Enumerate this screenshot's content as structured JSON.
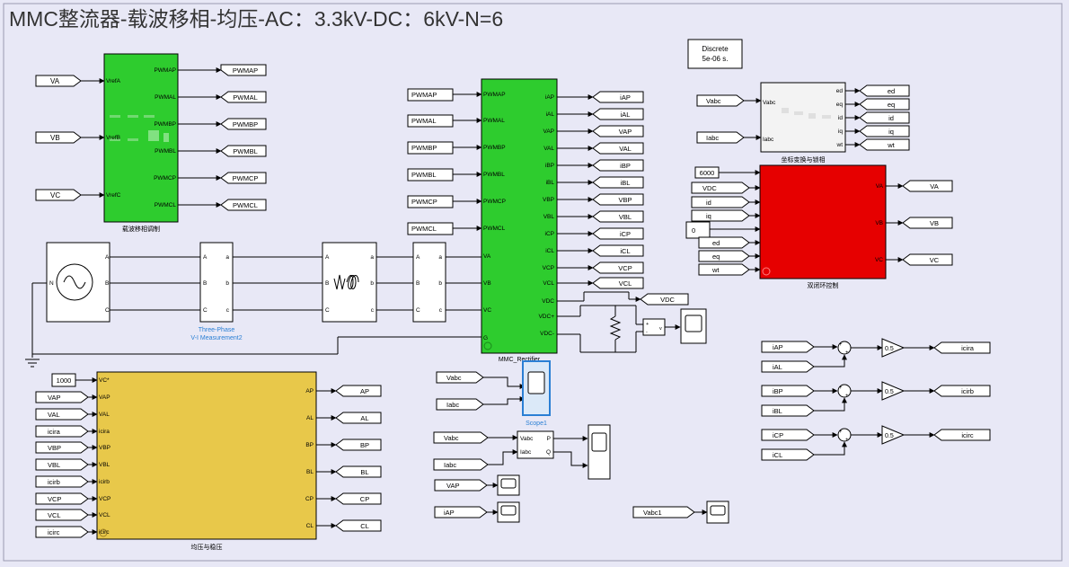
{
  "title": "MMC整流器-载波移相-均压-AC：3.3kV-DC：6kV-N=6",
  "solver": {
    "line1": "Discrete",
    "line2": "5e-06 s."
  },
  "colors": {
    "canvas": "#e8e8f6",
    "green": "#2ecc2e",
    "red": "#e60000",
    "yellow": "#e8c84a",
    "wire": "#000000",
    "blue_label": "#2a7fd4"
  },
  "pwm_block": {
    "caption": "载波移相调制",
    "inputs": [
      {
        "tag": "VA",
        "port": "VrefA"
      },
      {
        "tag": "VB",
        "port": "VrefB"
      },
      {
        "tag": "VC",
        "port": "VrefC"
      }
    ],
    "outputs": [
      {
        "port": "PWMAP",
        "tag": "PWMAP"
      },
      {
        "port": "PWMAL",
        "tag": "PWMAL"
      },
      {
        "port": "PWMBP",
        "tag": "PWMBP"
      },
      {
        "port": "PWMBL",
        "tag": "PWMBL"
      },
      {
        "port": "PWMCP",
        "tag": "PWMCP"
      },
      {
        "port": "PWMCL",
        "tag": "PWMCL"
      }
    ]
  },
  "mmc_block": {
    "caption": "MMC_Rectifier",
    "inputs": [
      {
        "tag": "PWMAP",
        "port": "PWMAP"
      },
      {
        "tag": "PWMAL",
        "port": "PWMAL"
      },
      {
        "tag": "PWMBP",
        "port": "PWMBP"
      },
      {
        "tag": "PWMBL",
        "port": "PWMBL"
      },
      {
        "tag": "PWMCP",
        "port": "PWMCP"
      },
      {
        "tag": "PWMCL",
        "port": "PWMCL"
      }
    ],
    "phase_ports": [
      "VA",
      "VB",
      "VC"
    ],
    "ground_port": "G",
    "outputs": [
      {
        "port": "iAP",
        "tag": "iAP"
      },
      {
        "port": "iAL",
        "tag": "iAL"
      },
      {
        "port": "VAP",
        "tag": "VAP"
      },
      {
        "port": "VAL",
        "tag": "VAL"
      },
      {
        "port": "iBP",
        "tag": "iBP"
      },
      {
        "port": "iBL",
        "tag": "iBL"
      },
      {
        "port": "VBP",
        "tag": "VBP"
      },
      {
        "port": "VBL",
        "tag": "VBL"
      },
      {
        "port": "iCP",
        "tag": "iCP"
      },
      {
        "port": "iCL",
        "tag": "iCL"
      },
      {
        "port": "VCP",
        "tag": "VCP"
      },
      {
        "port": "VCL",
        "tag": "VCL"
      }
    ],
    "dc_ports": [
      "VDC",
      "VDC+",
      "VDC-"
    ],
    "vdc_tag": "VDC"
  },
  "power_chain": {
    "source_ports": [
      "A",
      "B",
      "C"
    ],
    "source_neutral": "N",
    "meas_label_1": "Three-Phase",
    "meas_label_2": "V-I Measurement2",
    "abc_upper": [
      "A",
      "B",
      "C"
    ],
    "abc_lower": [
      "a",
      "b",
      "c"
    ]
  },
  "dq_block": {
    "caption": "坐标变换与锁相",
    "inputs": [
      {
        "tag": "Vabc",
        "port": "Vabc"
      },
      {
        "tag": "Iabc",
        "port": "Iabc"
      }
    ],
    "outputs": [
      {
        "port": "ed",
        "tag": "ed"
      },
      {
        "port": "eq",
        "tag": "eq"
      },
      {
        "port": "id",
        "tag": "id"
      },
      {
        "port": "iq",
        "tag": "iq"
      },
      {
        "port": "wt",
        "tag": "wt"
      }
    ]
  },
  "ctrl_block": {
    "caption": "双闭环控制",
    "inputs": [
      "6000",
      "VDC",
      "id",
      "iq",
      "0",
      "ed",
      "eq",
      "wt"
    ],
    "outputs": [
      {
        "port": "VA",
        "tag": "VA"
      },
      {
        "port": "VB",
        "tag": "VB"
      },
      {
        "port": "VC",
        "tag": "VC"
      }
    ]
  },
  "bal_block": {
    "caption": "均压与稳压",
    "inputs": [
      {
        "tag": "1000",
        "port": "VC*"
      },
      {
        "tag": "VAP",
        "port": "VAP"
      },
      {
        "tag": "VAL",
        "port": "VAL"
      },
      {
        "tag": "icira",
        "port": "icira"
      },
      {
        "tag": "VBP",
        "port": "VBP"
      },
      {
        "tag": "VBL",
        "port": "VBL"
      },
      {
        "tag": "icirb",
        "port": "icirb"
      },
      {
        "tag": "VCP",
        "port": "VCP"
      },
      {
        "tag": "VCL",
        "port": "VCL"
      },
      {
        "tag": "icirc",
        "port": "icirc"
      }
    ],
    "outputs": [
      {
        "port": "AP",
        "tag": "AP"
      },
      {
        "port": "AL",
        "tag": "AL"
      },
      {
        "port": "BP",
        "tag": "BP"
      },
      {
        "port": "BL",
        "tag": "BL"
      },
      {
        "port": "CP",
        "tag": "CP"
      },
      {
        "port": "CL",
        "tag": "CL"
      }
    ]
  },
  "circ": [
    {
      "in1": "iAP",
      "in2": "iAL",
      "gain": "0.5",
      "out": "icira"
    },
    {
      "in1": "iBP",
      "in2": "iBL",
      "gain": "0.5",
      "out": "icirb"
    },
    {
      "in1": "iCP",
      "in2": "iCL",
      "gain": "0.5",
      "out": "icirc"
    }
  ],
  "sum_signs": {
    "plus": "+",
    "minus": "-"
  },
  "meas": {
    "scope1_label": "Scope1",
    "scope1_inputs": [
      "Vabc",
      "Iabc"
    ],
    "pq_inputs": [
      "Vabc",
      "Iabc"
    ],
    "pq_ports_in": [
      "Vabc",
      "Iabc"
    ],
    "pq_ports_out": [
      "P",
      "Q"
    ],
    "vap_tag": "VAP",
    "iap_tag": "iAP",
    "vabc1_tag": "Vabc1",
    "vm_ports": [
      "+",
      "-",
      "v"
    ]
  }
}
